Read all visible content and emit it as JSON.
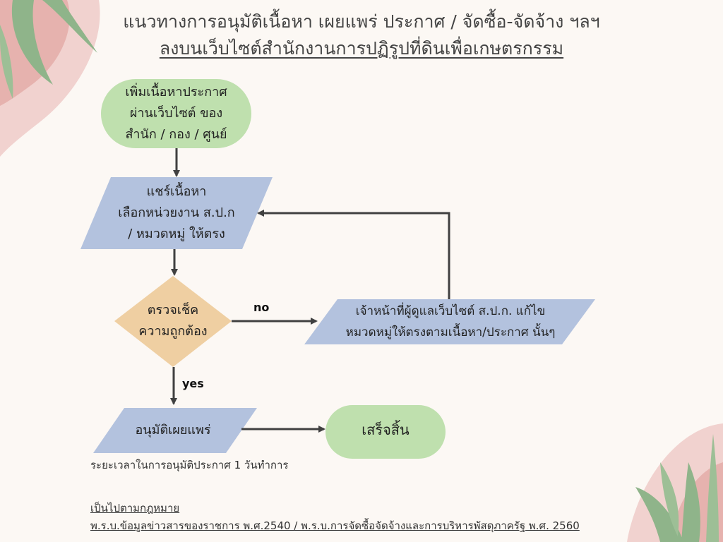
{
  "header": {
    "title_line1": "แนวทางการอนุมัติเนื้อหา เผยแพร่ ประกาศ / จัดซื้อ-จัดจ้าง ฯลฯ",
    "title_line2": "ลงบนเว็บไซต์สำนักงานการปฏิรูปที่ดินเพื่อเกษตรกรรม"
  },
  "flow": {
    "start": "เพิ่มเนื้อหาประกาศ\nผ่านเว็บไซต์ ของ\nสำนัก / กอง / ศูนย์",
    "share": "แชร์เนื้อหา\nเลือกหน่วยงาน ส.ป.ก\n/ หมวดหมู่ ให้ตรง",
    "decision": "ตรวจเช็ค\nความถูกต้อง",
    "label_no": "no",
    "label_yes": "yes",
    "fix": "เจ้าหน้าที่ผู้ดูแลเว็บไซต์ ส.ป.ก. แก้ไข\nหมวดหมู่ให้ตรงตามเนื้อหา/ประกาศ นั้นๆ",
    "publish": "อนุมัติเผยแพร่",
    "end": "เสร็จสิ้น"
  },
  "notes": {
    "duration": "ระยะเวลาในการอนุมัติประกาศ 1 วันทำการ",
    "law_heading": "เป็นไปตามกฎหมาย",
    "law_text": "พ.ร.บ.ข้อมูลข่าวสารของราชการ พ.ศ.2540 / พ.ร.บ.การจัดซื้อจัดจ้างและการบริหารพัสดุภาครัฐ พ.ศ. 2560"
  },
  "colors": {
    "background": "#fcf8f4",
    "terminal_green": "#bfe0ae",
    "process_blue": "#b3c2de",
    "decision_orange": "#efcfa2",
    "arrow": "#404040",
    "leaf_green": "#8fb48a",
    "blob_pink": "#e8b9b6"
  }
}
